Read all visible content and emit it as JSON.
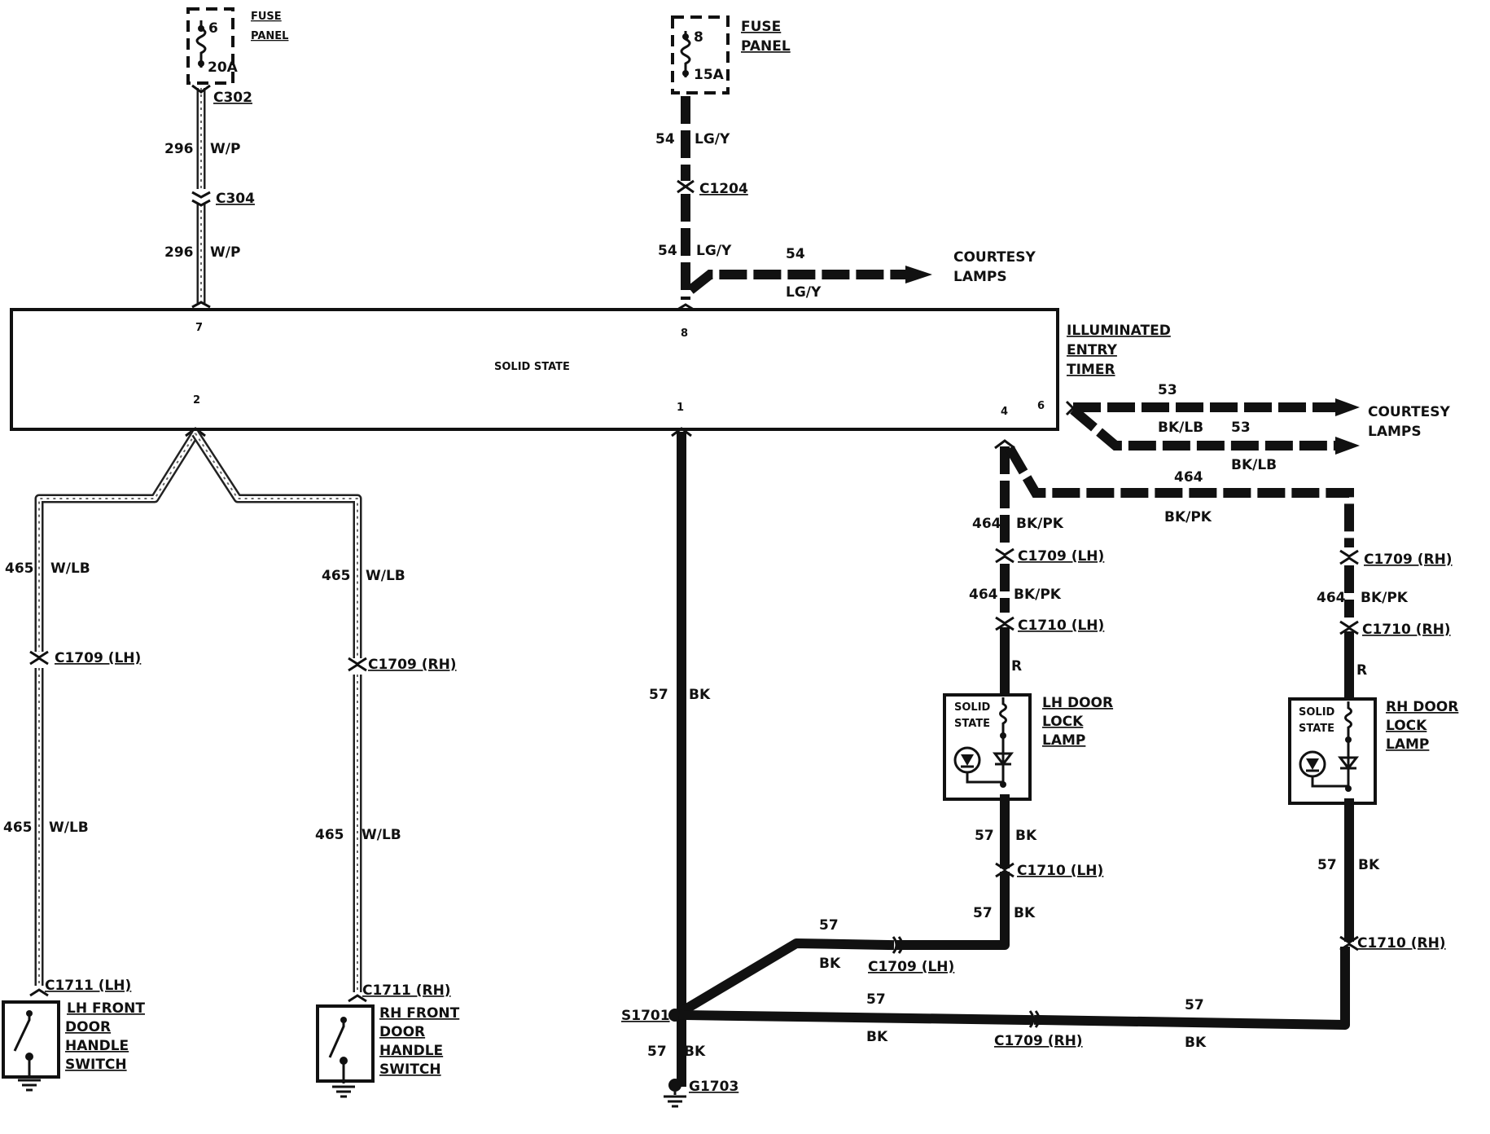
{
  "fuse_left": {
    "number": "6",
    "rating": "20A",
    "label_line1": "FUSE",
    "label_line2": "PANEL"
  },
  "fuse_right": {
    "number": "8",
    "rating": "15A",
    "label_line1": "FUSE",
    "label_line2": "PANEL"
  },
  "connectors": {
    "c302": "C302",
    "c304": "C304",
    "c1204": "C1204",
    "c1709_lh": "C1709 (LH)",
    "c1709_rh": "C1709 (RH)",
    "c1710_lh": "C1710 (LH)",
    "c1710_rh": "C1710 (RH)",
    "c1711_lh": "C1711 (LH)",
    "c1711_rh": "C1711 (RH)",
    "c1709_rh_bottom": "C1709 (RH)",
    "s1701": "S1701",
    "g1703": "G1703"
  },
  "wires": {
    "w296": "296",
    "wp": "W/P",
    "w54": "54",
    "lgy": "LG/Y",
    "w53": "53",
    "bklb": "BK/LB",
    "w464": "464",
    "bkpk": "BK/PK",
    "w465": "465",
    "wlb": "W/LB",
    "w57": "57",
    "bk": "BK",
    "r": "R"
  },
  "timer": {
    "inside_label": "SOLID STATE",
    "name_line1": "ILLUMINATED",
    "name_line2": "ENTRY",
    "name_line3": "TIMER",
    "pins": {
      "p7": "7",
      "p8": "8",
      "p2": "2",
      "p1": "1",
      "p4": "4",
      "p6": "6"
    }
  },
  "courtesy_top": {
    "line1": "COURTESY",
    "line2": "LAMPS"
  },
  "courtesy_right": {
    "line1": "COURTESY",
    "line2": "LAMPS"
  },
  "lh_lamp": {
    "inner1": "SOLID",
    "inner2": "STATE",
    "line1": "LH DOOR",
    "line2": "LOCK",
    "line3": "LAMP"
  },
  "rh_lamp": {
    "inner1": "SOLID",
    "inner2": "STATE",
    "line1": "RH DOOR",
    "line2": "LOCK",
    "line3": "LAMP"
  },
  "lh_switch": {
    "line1": "LH FRONT",
    "line2": "DOOR",
    "line3": "HANDLE",
    "line4": "SWITCH"
  },
  "rh_switch": {
    "line1": "RH FRONT",
    "line2": "DOOR",
    "line3": "HANDLE",
    "line4": "SWITCH"
  }
}
